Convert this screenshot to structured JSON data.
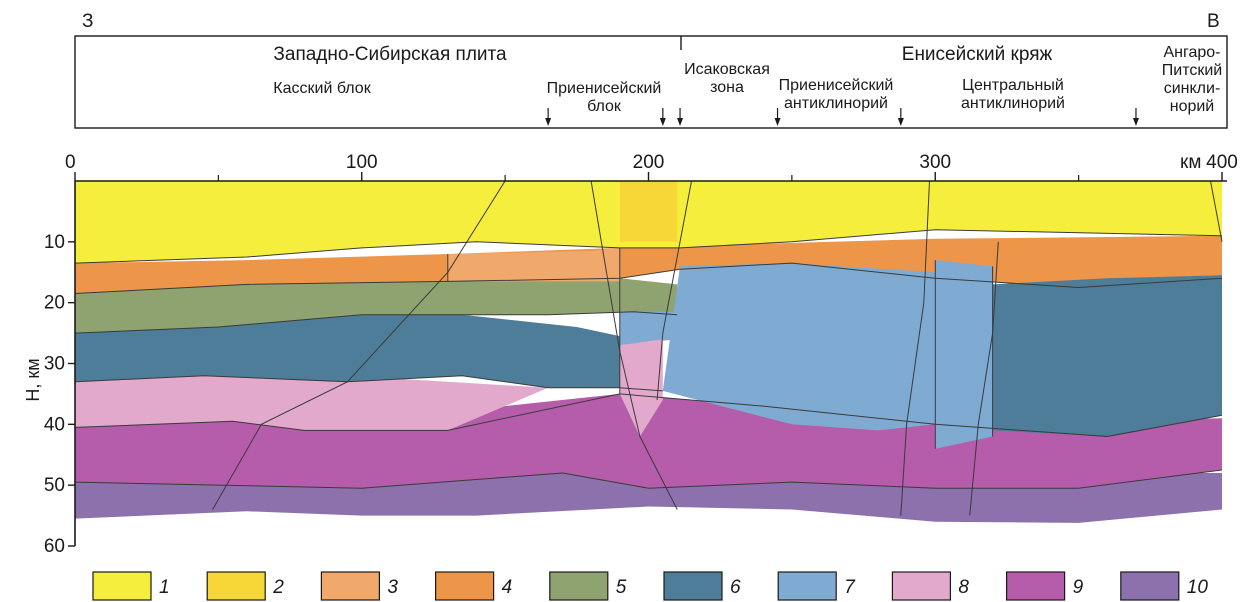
{
  "header": {
    "west_label": "З",
    "east_label": "В",
    "plate_label": "Западно-Сибирская плита",
    "ridge_label": "Енисейский кряж",
    "units": [
      {
        "id": "kassky",
        "lines": [
          "Касский блок"
        ]
      },
      {
        "id": "prienisey-block",
        "lines": [
          "Приенисейский",
          "блок"
        ]
      },
      {
        "id": "isakovskaya",
        "lines": [
          "Исаковская",
          "зона"
        ]
      },
      {
        "id": "prienisey-anticline",
        "lines": [
          "Приенисейский",
          "антиклинорий"
        ]
      },
      {
        "id": "central-anticline",
        "lines": [
          "Центральный",
          "антиклинорий"
        ]
      },
      {
        "id": "angaro-pitsky",
        "lines": [
          "Ангаро-",
          "Питский",
          "синкли-",
          "норий"
        ]
      }
    ],
    "boundary_km": [
      165,
      205,
      211,
      245,
      288,
      370
    ]
  },
  "x_axis": {
    "unit_label": "км",
    "range_km": [
      0,
      400
    ],
    "major_ticks": [
      0,
      100,
      200,
      300,
      400
    ],
    "minor_ticks": [
      50,
      150,
      250,
      350
    ]
  },
  "y_axis": {
    "label": "H, км",
    "range_km": [
      0,
      60
    ],
    "ticks": [
      10,
      20,
      30,
      40,
      50,
      60
    ]
  },
  "legend": [
    {
      "num": "1",
      "color": "#f5ee3c"
    },
    {
      "num": "2",
      "color": "#f7d737"
    },
    {
      "num": "3",
      "color": "#f0a96b"
    },
    {
      "num": "4",
      "color": "#ed9549"
    },
    {
      "num": "5",
      "color": "#8fa370"
    },
    {
      "num": "6",
      "color": "#4d7d99"
    },
    {
      "num": "7",
      "color": "#7fabd3"
    },
    {
      "num": "8",
      "color": "#e2a9cd"
    },
    {
      "num": "9",
      "color": "#b55daa"
    },
    {
      "num": "10",
      "color": "#8c71ac"
    }
  ],
  "section": {
    "colors": {
      "l1": "#f5ee3c",
      "l2": "#f7d737",
      "l3": "#f0a96b",
      "l4": "#ed9549",
      "l5": "#8fa370",
      "l6": "#4d7d99",
      "l7": "#7fabd3",
      "l8": "#e2a9cd",
      "l9": "#b55daa",
      "l10": "#8c71ac"
    },
    "polygons": [
      {
        "layer": "l10",
        "pts": [
          [
            0,
            48
          ],
          [
            400,
            48
          ],
          [
            400,
            54
          ],
          [
            350,
            56.2
          ],
          [
            300,
            56
          ],
          [
            250,
            54
          ],
          [
            200,
            53.5
          ],
          [
            140,
            55
          ],
          [
            100,
            55
          ],
          [
            60,
            54.3
          ],
          [
            0,
            55.5
          ]
        ]
      },
      {
        "layer": "l9",
        "pts": [
          [
            0,
            40.5
          ],
          [
            60,
            38
          ],
          [
            150,
            37
          ],
          [
            190,
            35
          ],
          [
            240,
            37
          ],
          [
            300,
            40
          ],
          [
            400,
            39
          ],
          [
            400,
            47.5
          ],
          [
            350,
            50.5
          ],
          [
            300,
            50.5
          ],
          [
            250,
            49.5
          ],
          [
            200,
            50.5
          ],
          [
            170,
            48
          ],
          [
            100,
            50.5
          ],
          [
            0,
            49.5
          ]
        ]
      },
      {
        "layer": "l8",
        "pts": [
          [
            0,
            32
          ],
          [
            45,
            31
          ],
          [
            95,
            32
          ],
          [
            130,
            33
          ],
          [
            165,
            34
          ],
          [
            130,
            41
          ],
          [
            80,
            41
          ],
          [
            55,
            39.5
          ],
          [
            0,
            40.5
          ]
        ]
      },
      {
        "layer": "l6",
        "pts": [
          [
            0,
            24.5
          ],
          [
            45,
            24
          ],
          [
            90,
            21
          ],
          [
            135,
            22
          ],
          [
            175,
            24
          ],
          [
            190,
            25.5
          ],
          [
            190,
            34
          ],
          [
            165,
            34
          ],
          [
            135,
            32
          ],
          [
            95,
            33
          ],
          [
            45,
            32
          ],
          [
            0,
            33
          ]
        ]
      },
      {
        "layer": "l5",
        "pts": [
          [
            0,
            18
          ],
          [
            50,
            17
          ],
          [
            130,
            16.5
          ],
          [
            190,
            16
          ],
          [
            210,
            17
          ],
          [
            210,
            22
          ],
          [
            195,
            21.5
          ],
          [
            165,
            22
          ],
          [
            100,
            22
          ],
          [
            50,
            24
          ],
          [
            0,
            25
          ]
        ]
      },
      {
        "layer": "l4",
        "pts": [
          [
            0,
            13.5
          ],
          [
            60,
            13
          ],
          [
            130,
            12
          ],
          [
            190,
            11
          ],
          [
            300,
            9.5
          ],
          [
            400,
            9
          ],
          [
            400,
            16
          ],
          [
            350,
            17.5
          ],
          [
            300,
            16
          ],
          [
            250,
            13.5
          ],
          [
            211,
            14.5
          ],
          [
            190,
            16
          ],
          [
            130,
            16.5
          ],
          [
            60,
            17
          ],
          [
            0,
            18.5
          ]
        ]
      },
      {
        "layer": "l3",
        "pts": [
          [
            130,
            12
          ],
          [
            180,
            11.5
          ],
          [
            190,
            11
          ],
          [
            190,
            16.5
          ],
          [
            130,
            16.5
          ]
        ]
      },
      {
        "layer": "l1",
        "pts": [
          [
            0,
            0
          ],
          [
            400,
            0
          ],
          [
            400,
            9
          ],
          [
            300,
            8
          ],
          [
            250,
            10
          ],
          [
            211,
            11
          ],
          [
            190,
            11
          ],
          [
            140,
            10
          ],
          [
            100,
            11
          ],
          [
            60,
            12.5
          ],
          [
            0,
            13.5
          ]
        ]
      },
      {
        "layer": "l7",
        "pts": [
          [
            211,
            14
          ],
          [
            250,
            13.5
          ],
          [
            300,
            15
          ],
          [
            300,
            40
          ],
          [
            280,
            41
          ],
          [
            250,
            40
          ],
          [
            205,
            34.5
          ]
        ]
      },
      {
        "layer": "l7",
        "pts": [
          [
            300,
            13
          ],
          [
            320,
            14
          ],
          [
            320,
            42
          ],
          [
            300,
            44
          ]
        ]
      },
      {
        "layer": "l6",
        "pts": [
          [
            320,
            17
          ],
          [
            360,
            16
          ],
          [
            400,
            15.5
          ],
          [
            400,
            38.5
          ],
          [
            360,
            42
          ],
          [
            320,
            41
          ]
        ]
      },
      {
        "layer": "l7",
        "pts": [
          [
            190,
            21.5
          ],
          [
            210,
            21.5
          ],
          [
            210,
            26
          ],
          [
            190,
            27
          ]
        ]
      },
      {
        "layer": "l8",
        "pts": [
          [
            190,
            27
          ],
          [
            205,
            26
          ],
          [
            205,
            36
          ],
          [
            197,
            42
          ],
          [
            190,
            35
          ]
        ]
      },
      {
        "layer": "l2",
        "pts": [
          [
            190,
            0
          ],
          [
            210,
            0
          ],
          [
            210,
            10
          ],
          [
            190,
            10
          ]
        ]
      }
    ],
    "lines": [
      [
        [
          150,
          0
        ],
        [
          130,
          15
        ],
        [
          95,
          33
        ],
        [
          65,
          40
        ],
        [
          48,
          54
        ]
      ],
      [
        [
          180,
          0
        ],
        [
          190,
          28
        ],
        [
          197,
          42
        ],
        [
          210,
          54
        ]
      ],
      [
        [
          215,
          0
        ],
        [
          205,
          25
        ],
        [
          203,
          36
        ]
      ],
      [
        [
          298,
          0
        ],
        [
          296,
          20
        ],
        [
          290,
          40
        ],
        [
          288,
          55
        ]
      ],
      [
        [
          322,
          10
        ],
        [
          320,
          25
        ],
        [
          315,
          40
        ],
        [
          312,
          55
        ]
      ],
      [
        [
          396,
          0
        ],
        [
          400,
          10
        ]
      ],
      [
        [
          0,
          13.5
        ],
        [
          60,
          12.5
        ],
        [
          100,
          11
        ],
        [
          140,
          10
        ],
        [
          190,
          11
        ],
        [
          211,
          11
        ],
        [
          250,
          10
        ],
        [
          300,
          8
        ],
        [
          400,
          9
        ]
      ],
      [
        [
          0,
          18.5
        ],
        [
          60,
          17
        ],
        [
          130,
          16.5
        ],
        [
          190,
          16
        ],
        [
          211,
          14.5
        ],
        [
          250,
          13.5
        ],
        [
          300,
          16
        ],
        [
          350,
          17.5
        ],
        [
          400,
          16
        ]
      ],
      [
        [
          0,
          25
        ],
        [
          50,
          24
        ],
        [
          100,
          22
        ],
        [
          165,
          22
        ],
        [
          195,
          21.5
        ],
        [
          210,
          22
        ]
      ],
      [
        [
          0,
          33
        ],
        [
          45,
          32
        ],
        [
          95,
          33
        ],
        [
          135,
          32
        ],
        [
          165,
          34
        ],
        [
          190,
          34
        ],
        [
          205,
          34.5
        ]
      ],
      [
        [
          0,
          40.5
        ],
        [
          55,
          39.5
        ],
        [
          80,
          41
        ],
        [
          130,
          41
        ],
        [
          190,
          35
        ],
        [
          240,
          37
        ],
        [
          300,
          40
        ],
        [
          360,
          42
        ],
        [
          400,
          38.5
        ]
      ],
      [
        [
          0,
          49.5
        ],
        [
          100,
          50.5
        ],
        [
          170,
          48
        ],
        [
          200,
          50.5
        ],
        [
          250,
          49.5
        ],
        [
          300,
          50.5
        ],
        [
          350,
          50.5
        ],
        [
          400,
          47.5
        ]
      ],
      [
        [
          130,
          16.5
        ],
        [
          130,
          12
        ]
      ],
      [
        [
          190,
          11
        ],
        [
          190,
          35
        ]
      ],
      [
        [
          300,
          13
        ],
        [
          300,
          44
        ]
      ],
      [
        [
          320,
          14
        ],
        [
          320,
          42
        ]
      ]
    ]
  }
}
